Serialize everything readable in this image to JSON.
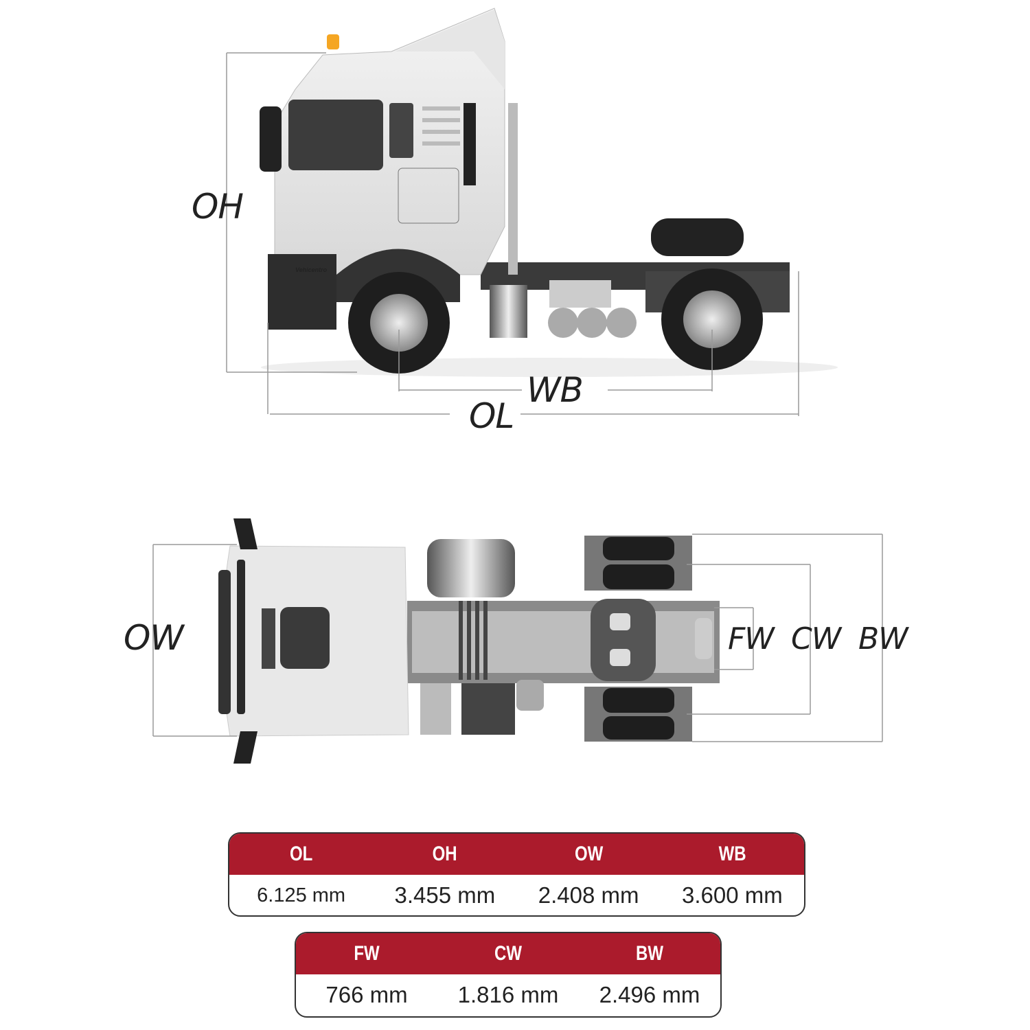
{
  "side_view": {
    "labels": {
      "oh": "OH",
      "wb": "WB",
      "ol": "OL"
    },
    "logo_text": "Vehicentro"
  },
  "top_view": {
    "labels": {
      "ow": "OW",
      "fw": "FW",
      "cw": "CW",
      "bw": "BW"
    }
  },
  "spec_table_1": {
    "headers": [
      "OL",
      "OH",
      "OW",
      "WB"
    ],
    "values": [
      "6.125 mm",
      "3.455 mm",
      "2.408 mm",
      "3.600 mm"
    ]
  },
  "spec_table_2": {
    "headers": [
      "FW",
      "CW",
      "BW"
    ],
    "values": [
      "766 mm",
      "1.816 mm",
      "2.496 mm"
    ]
  },
  "colors": {
    "header_red": "#ab1b2c",
    "text": "#222222"
  }
}
